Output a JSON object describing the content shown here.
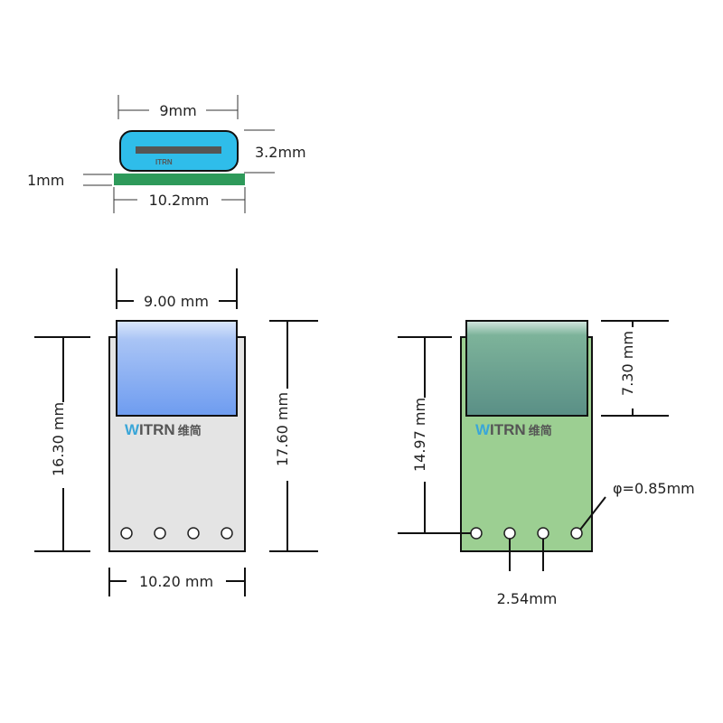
{
  "brand": {
    "logo_w": "W",
    "logo_rest": "ITRN",
    "logo_cn": "维简",
    "logo_w_color": "#3aa6d8"
  },
  "top_view": {
    "width_label": "9mm",
    "height_label": "3.2mm",
    "pcb_thickness_label": "1mm",
    "pcb_width_label": "10.2mm",
    "connector_color": "#2fbdea",
    "pcb_color": "#2e9a5a"
  },
  "front_board": {
    "screen_width_label": "9.00 mm",
    "board_height_label": "16.30 mm",
    "total_height_label": "17.60 mm",
    "board_width_label": "10.20 mm",
    "board_color": "#e4e4e4"
  },
  "back_board": {
    "pin_height_label": "14.97 mm",
    "screen_height_label": "7.30 mm",
    "hole_diameter_label": "φ=0.85mm",
    "pin_pitch_label": "2.54mm",
    "board_color": "#9ccf92"
  }
}
